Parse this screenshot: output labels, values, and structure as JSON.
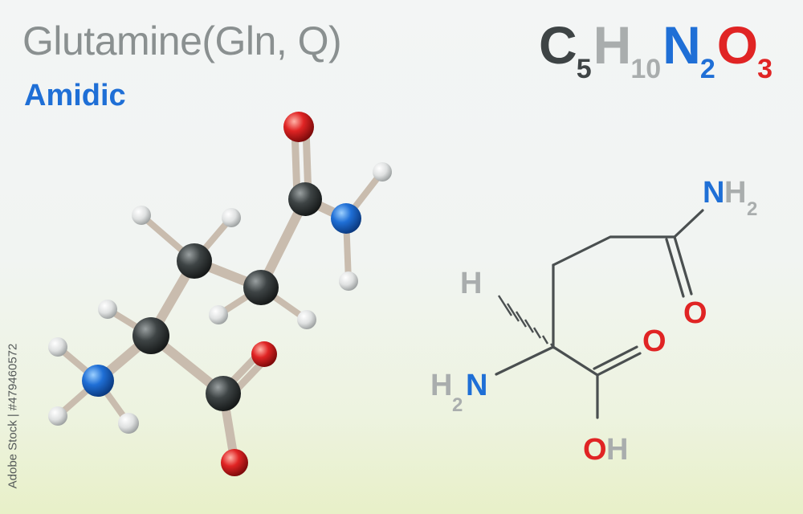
{
  "title": "Glutamine(Gln, Q)",
  "subtitle": "Amidic",
  "formula": [
    {
      "symbol": "C",
      "count": "5",
      "color": "#3e4445"
    },
    {
      "symbol": "H",
      "count": "10",
      "color": "#a9adad"
    },
    {
      "symbol": "N",
      "count": "2",
      "color": "#1f6fd6"
    },
    {
      "symbol": "O",
      "count": "3",
      "color": "#e02424"
    }
  ],
  "structure_labels": {
    "amide_n": "N",
    "amide_h": "H",
    "amide_h_count": "2",
    "amide_o": "O",
    "acid_o": "O",
    "acid_oh_o": "O",
    "acid_oh_h": "H",
    "alpha_h": "H",
    "amine_h": "H",
    "amine_h_count": "2",
    "amine_n": "N"
  },
  "watermark": "Adobe Stock | #479460572",
  "colors": {
    "carbon": "#3e4445",
    "hydrogen": "#a9adad",
    "nitrogen": "#1f6fd6",
    "oxygen": "#e02424",
    "bond_stick": "#c9bcae"
  }
}
